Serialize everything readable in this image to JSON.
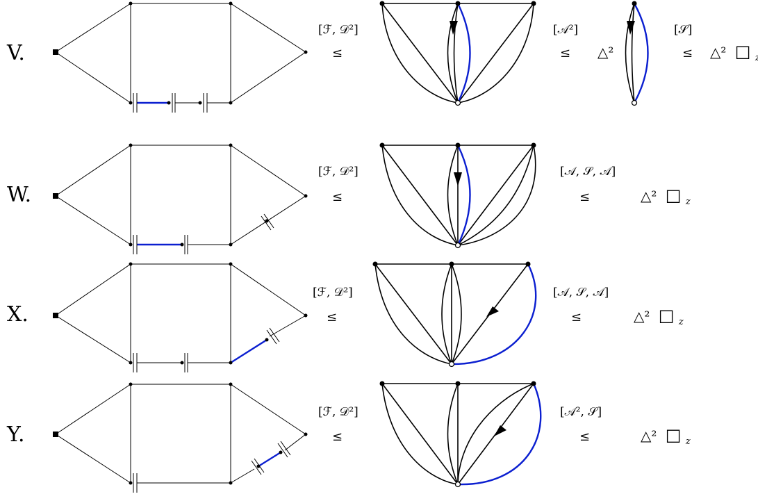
{
  "rows": [
    {
      "label": "V.",
      "step1": "[ℱ, 𝒟²]",
      "step2": "[𝒜²]",
      "intermediate": "△²",
      "step3": "[𝒮]",
      "leq": "≤",
      "result_tri": "△²",
      "result_box": "□",
      "result_sub": "z"
    },
    {
      "label": "W.",
      "step1": "[ℱ, 𝒟²]",
      "step2": "[𝒜, 𝒮, 𝒜]",
      "leq": "≤",
      "result_tri": "△²",
      "result_box": "□",
      "result_sub": "z"
    },
    {
      "label": "X.",
      "step1": "[ℱ, 𝒟²]",
      "step2": "[𝒜, 𝒮, 𝒜]",
      "leq": "≤",
      "result_tri": "△²",
      "result_box": "□",
      "result_sub": "z"
    },
    {
      "label": "Y.",
      "step1": "[ℱ, 𝒟²]",
      "step2": "[𝒜², 𝒮]",
      "leq": "≤",
      "result_tri": "△²",
      "result_box": "□",
      "result_sub": "z"
    }
  ],
  "colors": {
    "edge": "#000000",
    "highlight": "#0b1fd0",
    "background": "#ffffff"
  }
}
